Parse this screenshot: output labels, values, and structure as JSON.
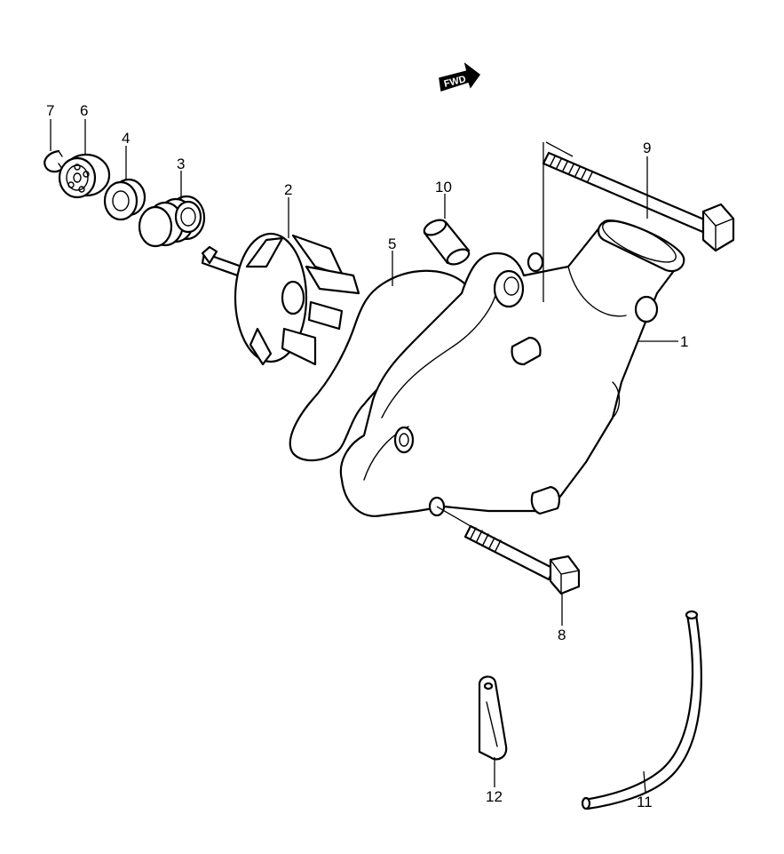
{
  "fwd_indicator": {
    "text": "FWD"
  },
  "callouts": [
    {
      "id": "1",
      "label": "1"
    },
    {
      "id": "2",
      "label": "2"
    },
    {
      "id": "3",
      "label": "3"
    },
    {
      "id": "4",
      "label": "4"
    },
    {
      "id": "5",
      "label": "5"
    },
    {
      "id": "6",
      "label": "6"
    },
    {
      "id": "7",
      "label": "7"
    },
    {
      "id": "8",
      "label": "8"
    },
    {
      "id": "9",
      "label": "9"
    },
    {
      "id": "10",
      "label": "10"
    },
    {
      "id": "11",
      "label": "11"
    },
    {
      "id": "12",
      "label": "12"
    }
  ]
}
